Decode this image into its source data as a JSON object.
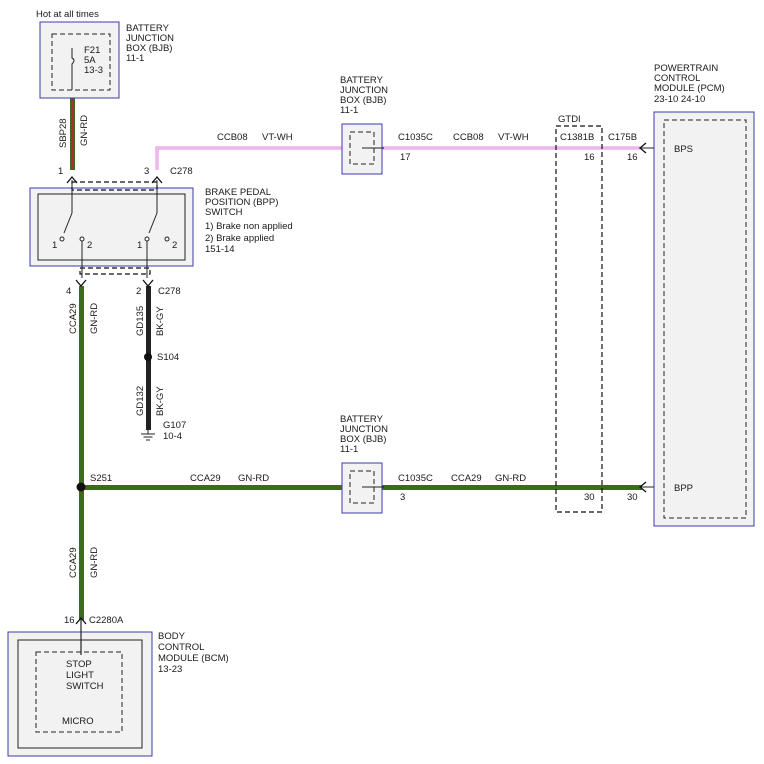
{
  "header": {
    "power_label": "Hot at all times"
  },
  "bjb_top": {
    "title": [
      "BATTERY",
      "JUNCTION",
      "BOX (BJB)",
      "11-1"
    ],
    "fuse": [
      "F21",
      "5A",
      "13-3"
    ]
  },
  "bjb_mid": {
    "title": [
      "BATTERY",
      "JUNCTION",
      "BOX (BJB)",
      "11-1"
    ],
    "conn": "C1035C",
    "pin": "17"
  },
  "bjb_low": {
    "title": [
      "BATTERY",
      "JUNCTION",
      "BOX (BJB)",
      "11-1"
    ],
    "conn": "C1035C",
    "pin": "3"
  },
  "pcm": {
    "title": [
      "POWERTRAIN",
      "CONTROL",
      "MODULE (PCM)",
      "23-10  24-10"
    ],
    "bps": "BPS",
    "bpp": "BPP",
    "conn": "C175B",
    "pin_bps": "16",
    "pin_bpp": "30"
  },
  "gtdi": {
    "label": "GTDI",
    "conn": "C1381B",
    "pin_top": "16",
    "pin_bot": "30"
  },
  "bpp_switch": {
    "title": [
      "BRAKE PEDAL",
      "POSITION (BPP)",
      "SWITCH",
      "1) Brake non applied",
      "2) Brake applied",
      "151-14"
    ],
    "left_pin1": "1",
    "left_pin2": "2",
    "right_pin1": "1",
    "right_pin2": "2"
  },
  "bcm": {
    "title": [
      "BODY",
      "CONTROL",
      "MODULE (BCM)",
      "13-23"
    ],
    "inner": [
      "STOP",
      "LIGHT",
      "SWITCH"
    ],
    "micro": "MICRO",
    "conn": "C2280A",
    "pin": "16"
  },
  "connectors": {
    "c278": "C278",
    "pin1": "1",
    "pin3": "3",
    "pin4": "4",
    "pin2": "2",
    "s104": "S104",
    "s251": "S251",
    "g107": [
      "G107",
      "10-4"
    ]
  },
  "wires": {
    "sbp28": {
      "circuit": "SBP28",
      "color": "GN-RD"
    },
    "ccb08_a": {
      "circuit": "CCB08",
      "color": "VT-WH"
    },
    "ccb08_b": {
      "circuit": "CCB08",
      "color": "VT-WH"
    },
    "cca29_v1": {
      "circuit": "CCA29",
      "color": "GN-RD"
    },
    "gd135": {
      "circuit": "GD135",
      "color": "BK-GY"
    },
    "gd132": {
      "circuit": "GD132",
      "color": "BK-GY"
    },
    "cca29_h1": {
      "circuit": "CCA29",
      "color": "GN-RD"
    },
    "cca29_h2": {
      "circuit": "CCA29",
      "color": "GN-RD"
    },
    "cca29_v2": {
      "circuit": "CCA29",
      "color": "GN-RD"
    }
  },
  "colors": {
    "gn_rd_base": "#3d6b1e",
    "gn_rd_stripe": "#a8322a",
    "vt_wh": "#e08be0",
    "bk_gy": "#222222",
    "box_border": "#3b3bb0"
  }
}
